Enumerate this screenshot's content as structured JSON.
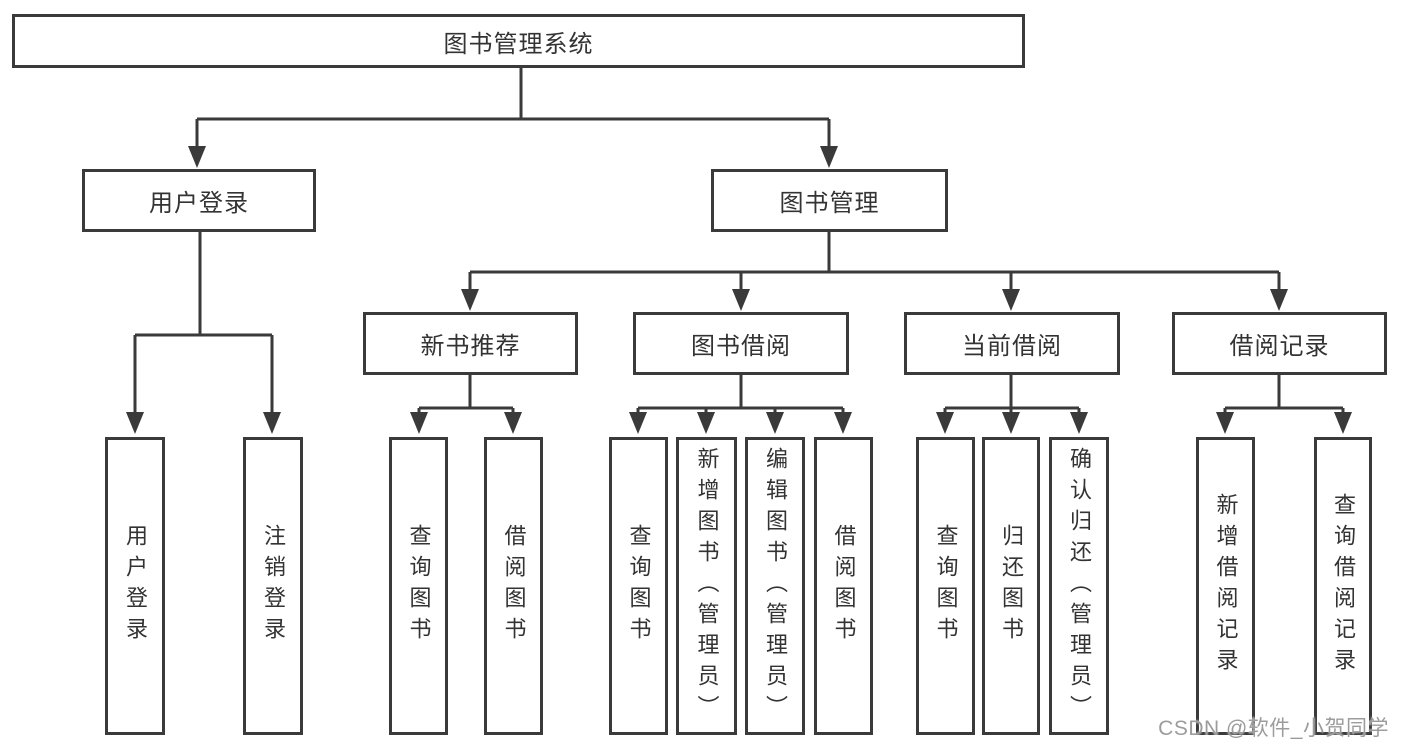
{
  "diagram": {
    "root": {
      "label": "图书管理系统"
    },
    "branches": [
      {
        "label": "用户登录",
        "children": [
          {
            "label": "用户登录"
          },
          {
            "label": "注销登录"
          }
        ]
      },
      {
        "label": "图书管理",
        "children": [
          {
            "label": "新书推荐",
            "children": [
              {
                "label": "查询图书"
              },
              {
                "label": "借阅图书"
              }
            ]
          },
          {
            "label": "图书借阅",
            "children": [
              {
                "label": "查询图书"
              },
              {
                "label": "新增图书（管理员）"
              },
              {
                "label": "编辑图书（管理员）"
              },
              {
                "label": "借阅图书"
              }
            ]
          },
          {
            "label": "当前借阅",
            "children": [
              {
                "label": "查询图书"
              },
              {
                "label": "归还图书"
              },
              {
                "label": "确认归还（管理员）"
              }
            ]
          },
          {
            "label": "借阅记录",
            "children": [
              {
                "label": "新增借阅记录"
              },
              {
                "label": "查询借阅记录"
              }
            ]
          }
        ]
      }
    ]
  },
  "watermark": {
    "text": "CSDN @软件_小贺同学"
  },
  "colors": {
    "line": "#3a3a3a",
    "box_border": "#3a3a3a",
    "text": "#333333",
    "background": "#ffffff",
    "watermark": "#9c9c9c"
  }
}
